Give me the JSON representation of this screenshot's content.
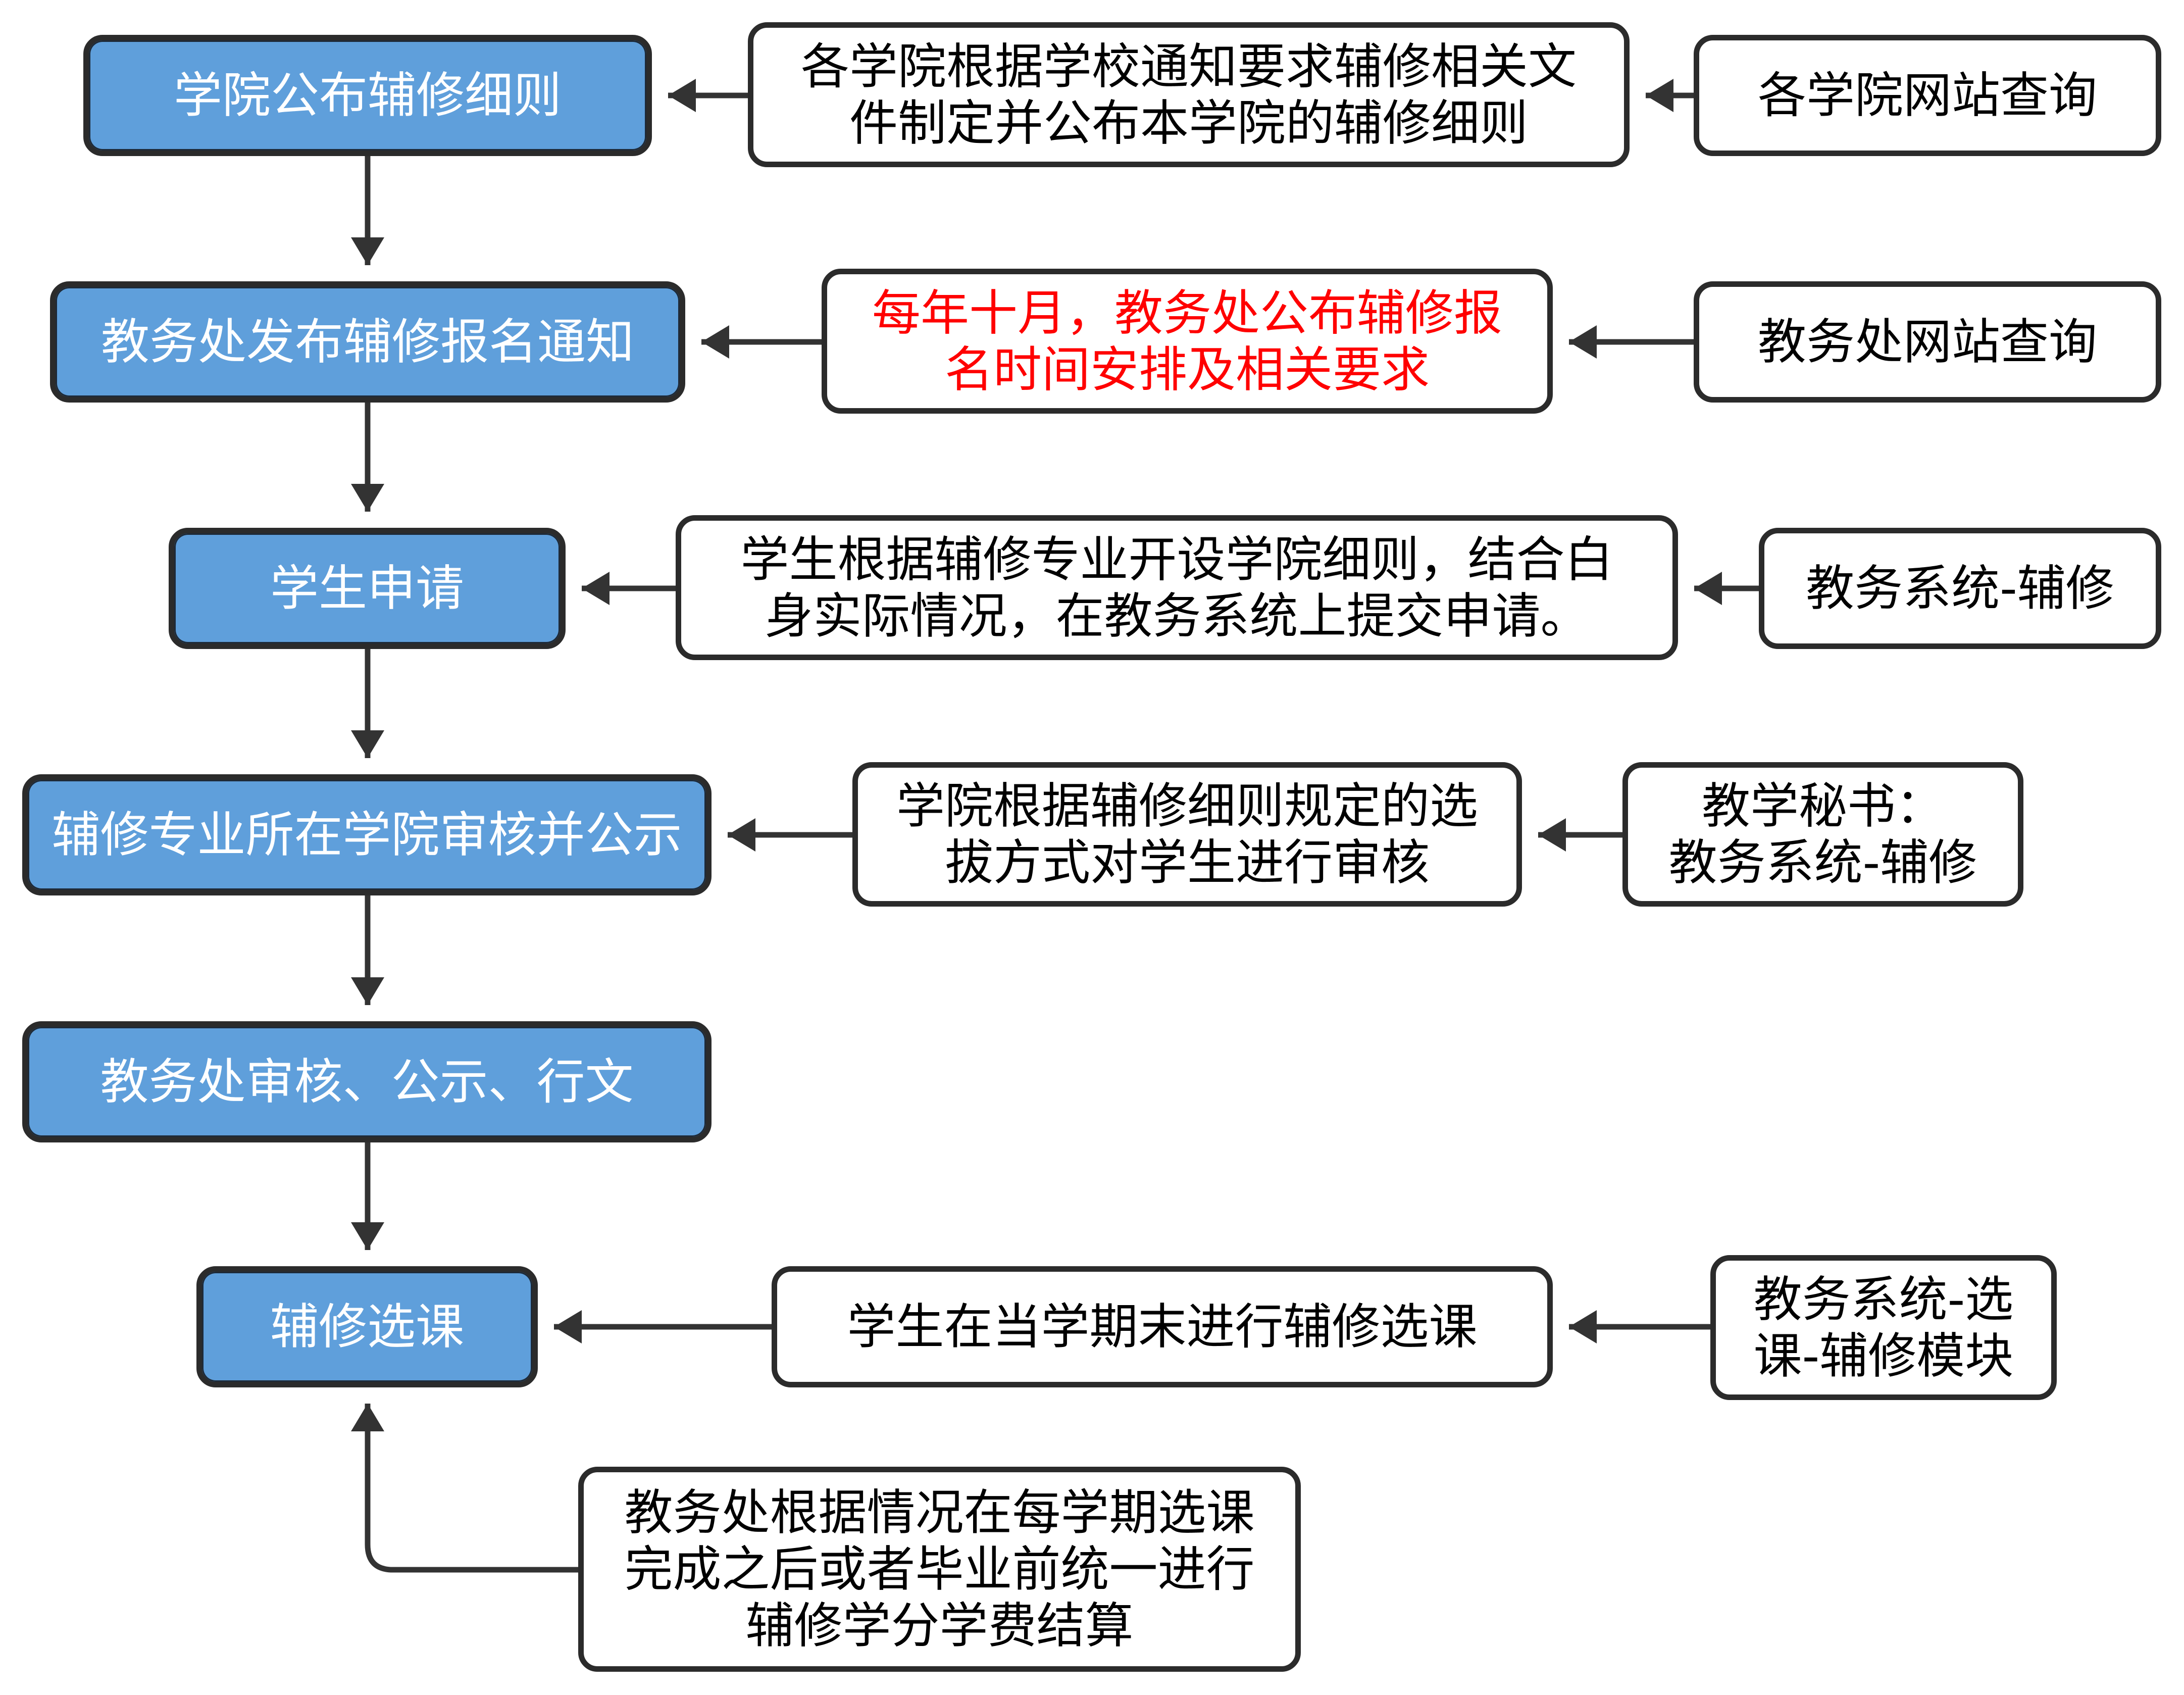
{
  "colors": {
    "step_fill": "#5f9fdb",
    "step_text": "#ffffff",
    "border": "#2b2b2b",
    "arrow": "#333333",
    "highlight_text": "#ff0000"
  },
  "steps": [
    {
      "label": "学院公布辅修细则"
    },
    {
      "label": "教务处发布辅修报名通知"
    },
    {
      "label": "学生申请"
    },
    {
      "label": "辅修专业所在学院审核并公示"
    },
    {
      "label": "教务处审核、公示、行文"
    },
    {
      "label": "辅修选课"
    }
  ],
  "descriptions": [
    {
      "lines": [
        "各学院根据学校通知要求辅修相关文",
        "件制定并公布本学院的辅修细则"
      ]
    },
    {
      "lines": [
        "每年十月，教务处公布辅修报",
        "名时间安排及相关要求"
      ],
      "highlight": true
    },
    {
      "lines": [
        "学生根据辅修专业开设学院细则，结合白",
        "身实际情况，在教务系统上提交申请。"
      ]
    },
    {
      "lines": [
        "学院根据辅修细则规定的选",
        "拔方式对学生进行审核"
      ]
    },
    {
      "lines": [
        "学生在当学期末进行辅修选课"
      ]
    },
    {
      "lines": [
        "教务处根据情况在每学期选课",
        "完成之后或者毕业前统一进行",
        "辅修学分学费结算"
      ]
    }
  ],
  "sources": [
    {
      "lines": [
        "各学院网站查询"
      ]
    },
    {
      "lines": [
        "教务处网站查询"
      ]
    },
    {
      "lines": [
        "教务系统-辅修"
      ]
    },
    {
      "lines": [
        "教学秘书：",
        "教务系统-辅修"
      ]
    },
    {
      "lines": [
        "教务系统-选",
        "课-辅修模块"
      ]
    }
  ]
}
